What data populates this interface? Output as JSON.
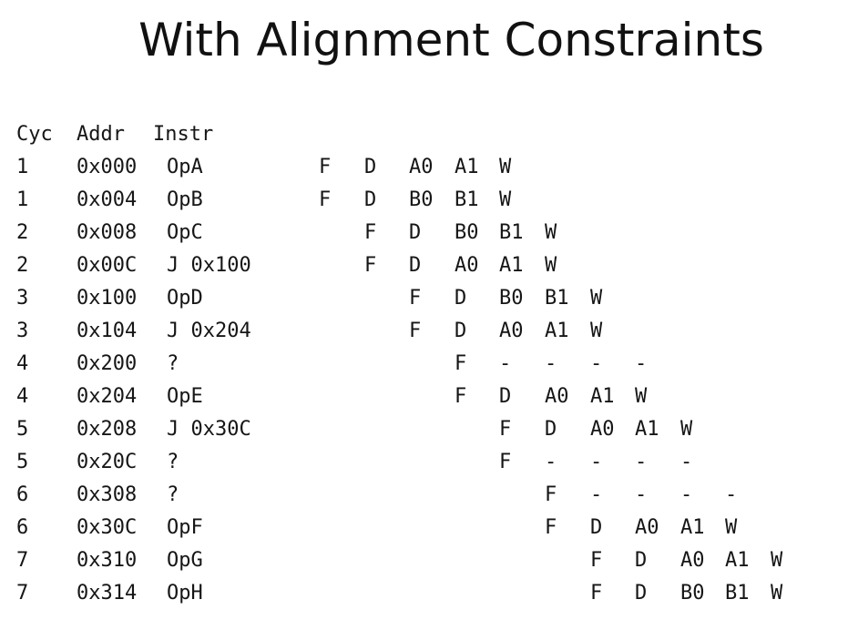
{
  "title": "With Alignment Constraints",
  "header": {
    "cyc": "Cyc",
    "addr": "Addr",
    "instr": "Instr"
  },
  "rows": [
    {
      "cyc": "1",
      "addr": "0x000",
      "instr": "OpA",
      "stages": [
        "F",
        "D",
        "A0",
        "A1",
        "W"
      ]
    },
    {
      "cyc": "1",
      "addr": "0x004",
      "instr": "OpB",
      "stages": [
        "F",
        "D",
        "B0",
        "B1",
        "W"
      ]
    },
    {
      "cyc": "2",
      "addr": "0x008",
      "instr": "OpC",
      "stages": [
        "F",
        "D",
        "B0",
        "B1",
        "W"
      ]
    },
    {
      "cyc": "2",
      "addr": "0x00C",
      "instr": "J 0x100",
      "stages": [
        "F",
        "D",
        "A0",
        "A1",
        "W"
      ]
    },
    {
      "cyc": "3",
      "addr": "0x100",
      "instr": "OpD",
      "stages": [
        "F",
        "D",
        "B0",
        "B1",
        "W"
      ]
    },
    {
      "cyc": "3",
      "addr": "0x104",
      "instr": "J 0x204",
      "stages": [
        "F",
        "D",
        "A0",
        "A1",
        "W"
      ]
    },
    {
      "cyc": "4",
      "addr": "0x200",
      "instr": "?",
      "stages": [
        "F",
        "-",
        "-",
        "-",
        "-"
      ]
    },
    {
      "cyc": "4",
      "addr": "0x204",
      "instr": "OpE",
      "stages": [
        "F",
        "D",
        "A0",
        "A1",
        "W"
      ]
    },
    {
      "cyc": "5",
      "addr": "0x208",
      "instr": "J 0x30C",
      "stages": [
        "F",
        "D",
        "A0",
        "A1",
        "W"
      ]
    },
    {
      "cyc": "5",
      "addr": "0x20C",
      "instr": "?",
      "stages": [
        "F",
        "-",
        "-",
        "-",
        "-"
      ]
    },
    {
      "cyc": "6",
      "addr": "0x308",
      "instr": "?",
      "stages": [
        "F",
        "-",
        "-",
        "-",
        "-"
      ]
    },
    {
      "cyc": "6",
      "addr": "0x30C",
      "instr": "OpF",
      "stages": [
        "F",
        "D",
        "A0",
        "A1",
        "W"
      ]
    },
    {
      "cyc": "7",
      "addr": "0x310",
      "instr": "OpG",
      "stages": [
        "F",
        "D",
        "A0",
        "A1",
        "W"
      ]
    },
    {
      "cyc": "7",
      "addr": "0x314",
      "instr": "OpH",
      "stages": [
        "F",
        "D",
        "B0",
        "B1",
        "W"
      ]
    }
  ]
}
